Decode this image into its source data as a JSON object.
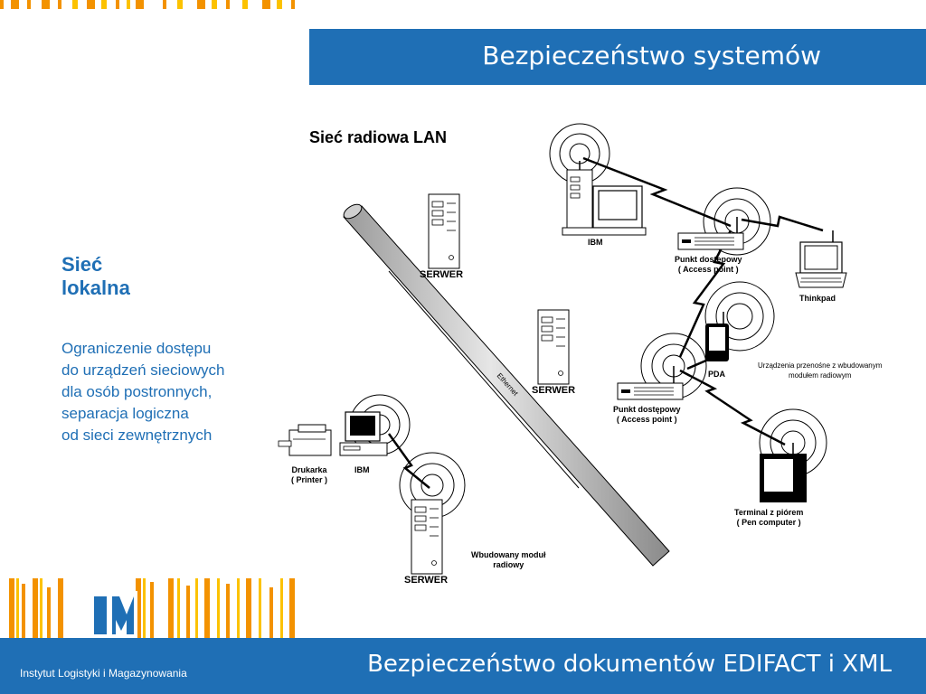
{
  "header": {
    "title": "Bezpieczeństwo systemów"
  },
  "footer": {
    "title": "Bezpieczeństwo dokumentów EDIFACT i XML",
    "organization": "Instytut Logistyki i Magazynowania"
  },
  "left_panel": {
    "heading_line1": "Sieć",
    "heading_line2": "lokalna",
    "body_lines": [
      "Ograniczenie dostępu",
      "do urządzeń sieciowych",
      "dla osób postronnych,",
      "separacja logiczna",
      "od sieci zewnętrznych"
    ]
  },
  "diagram": {
    "title": "Sieć  radiowa  LAN",
    "ethernet_label": "Ethernet",
    "labels": {
      "ibm_top": "IBM",
      "access_point_1_line1": "Punkt dostępowy",
      "access_point_1_line2": "( Access point )",
      "thinkpad": "Thinkpad",
      "server_1": "SERWER",
      "server_2": "SERWER",
      "server_3": "SERWER",
      "pda": "PDA",
      "portable_line1": "Urządzenia  przenośne  z wbudowanym",
      "portable_line2": "modułem  radiowym",
      "access_point_2_line1": "Punkt dostępowy",
      "access_point_2_line2": "( Access point )",
      "printer_line1": "Drukarka",
      "printer_line2": "( Printer )",
      "ibm_bottom": "IBM",
      "pen_line1": "Terminal z piórem",
      "pen_line2": "( Pen computer )",
      "module_line1": "Wbudowany moduł",
      "module_line2": "radiowy"
    }
  },
  "colors": {
    "brand_blue": "#1f6fb5",
    "stripe_orange": "#f39200",
    "stripe_yellow": "#fcc200"
  }
}
